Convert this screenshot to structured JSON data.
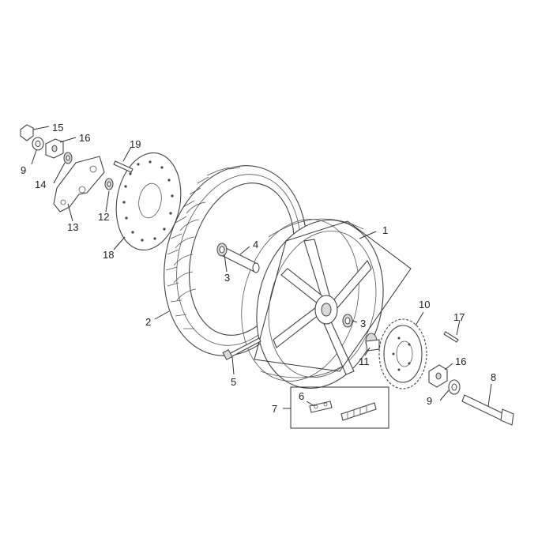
{
  "diagram": {
    "callouts": [
      {
        "id": "c1",
        "label": "1"
      },
      {
        "id": "c2",
        "label": "2"
      },
      {
        "id": "c3a",
        "label": "3"
      },
      {
        "id": "c3b",
        "label": "3"
      },
      {
        "id": "c4",
        "label": "4"
      },
      {
        "id": "c5",
        "label": "5"
      },
      {
        "id": "c6",
        "label": "6"
      },
      {
        "id": "c7",
        "label": "7"
      },
      {
        "id": "c8",
        "label": "8"
      },
      {
        "id": "c9a",
        "label": "9"
      },
      {
        "id": "c9b",
        "label": "9"
      },
      {
        "id": "c10",
        "label": "10"
      },
      {
        "id": "c11",
        "label": "11"
      },
      {
        "id": "c12",
        "label": "12"
      },
      {
        "id": "c13",
        "label": "13"
      },
      {
        "id": "c14",
        "label": "14"
      },
      {
        "id": "c15",
        "label": "15"
      },
      {
        "id": "c16a",
        "label": "16"
      },
      {
        "id": "c16b",
        "label": "16"
      },
      {
        "id": "c17",
        "label": "17"
      },
      {
        "id": "c18",
        "label": "18"
      },
      {
        "id": "c19",
        "label": "19"
      }
    ]
  }
}
